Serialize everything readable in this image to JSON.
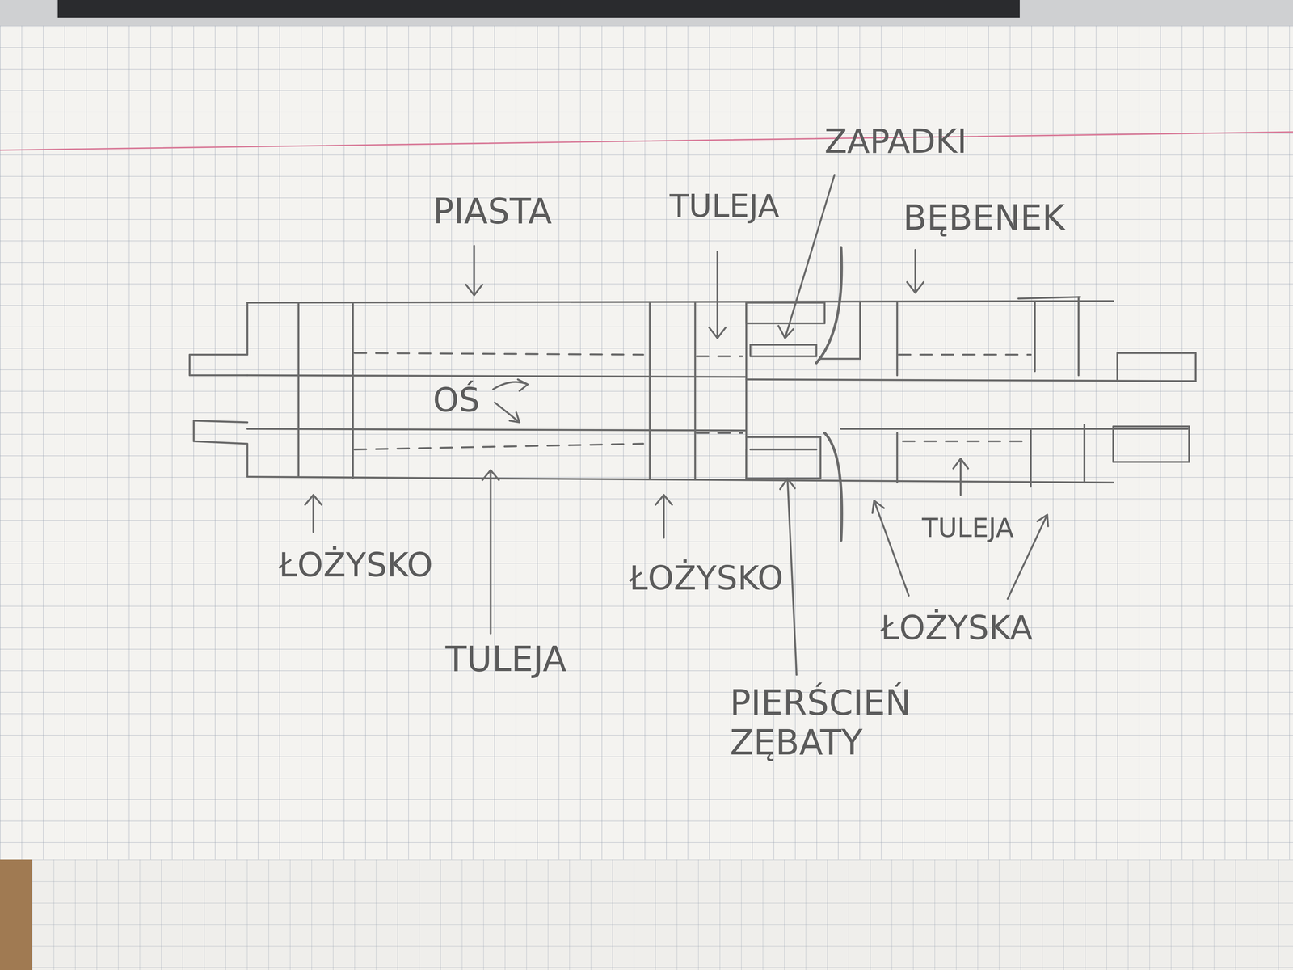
{
  "diagram": {
    "labels": [
      "ZAPADKI",
      "PIASTA",
      "TULEJA",
      "BĘBENEK",
      "OŚ",
      "ŁOŻYSKO",
      "TULEJA",
      "ŁOŻYSKO",
      "PIERŚCIEŃ ZĘBATY",
      "TULEJA",
      "ŁOŻYSKA"
    ]
  }
}
